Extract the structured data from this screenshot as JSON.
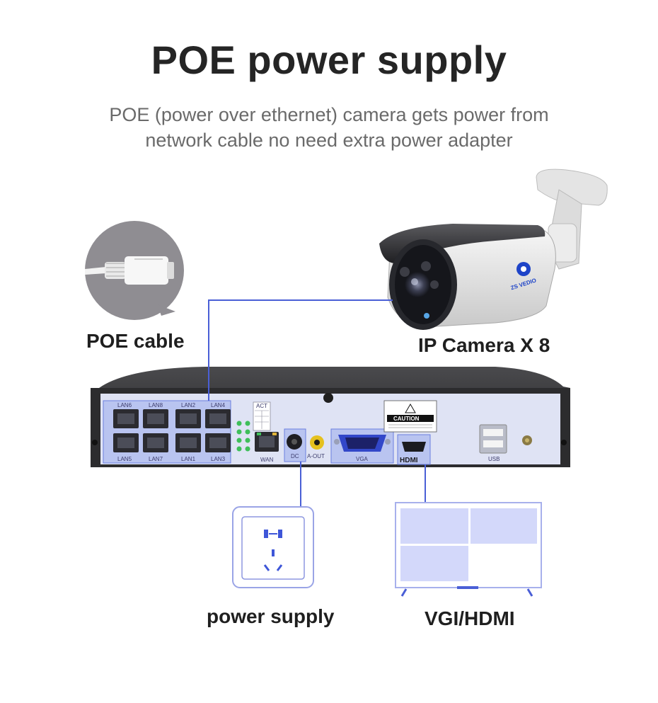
{
  "header": {
    "title": "POE power supply",
    "subtitle_line1": "POE (power over ethernet) camera gets power from",
    "subtitle_line2": "network cable no need extra power adapter"
  },
  "labels": {
    "poe_cable": "POE cable",
    "ip_camera": "IP Camera X 8",
    "power_supply": "power supply",
    "display": "VGI/HDMI"
  },
  "nvr": {
    "lan_top": [
      "LAN6",
      "LAN8",
      "LAN2",
      "LAN4"
    ],
    "lan_bottom": [
      "LAN5",
      "LAN7",
      "LAN1",
      "LAN3"
    ],
    "wan": "WAN",
    "dc": "DC",
    "aout": "A-OUT",
    "vga": "VGA",
    "hdmi": "HDMI",
    "usb": "USB",
    "caution": "CAUTION",
    "act": "ACT"
  },
  "camera": {
    "brand": "ZS VEDIO"
  },
  "colors": {
    "connector_line": "#4a5fd6",
    "panel_bg": "#dfe3f4",
    "port_highlight": "#b9c4f0",
    "nvr_body": "#2c2c2e"
  }
}
